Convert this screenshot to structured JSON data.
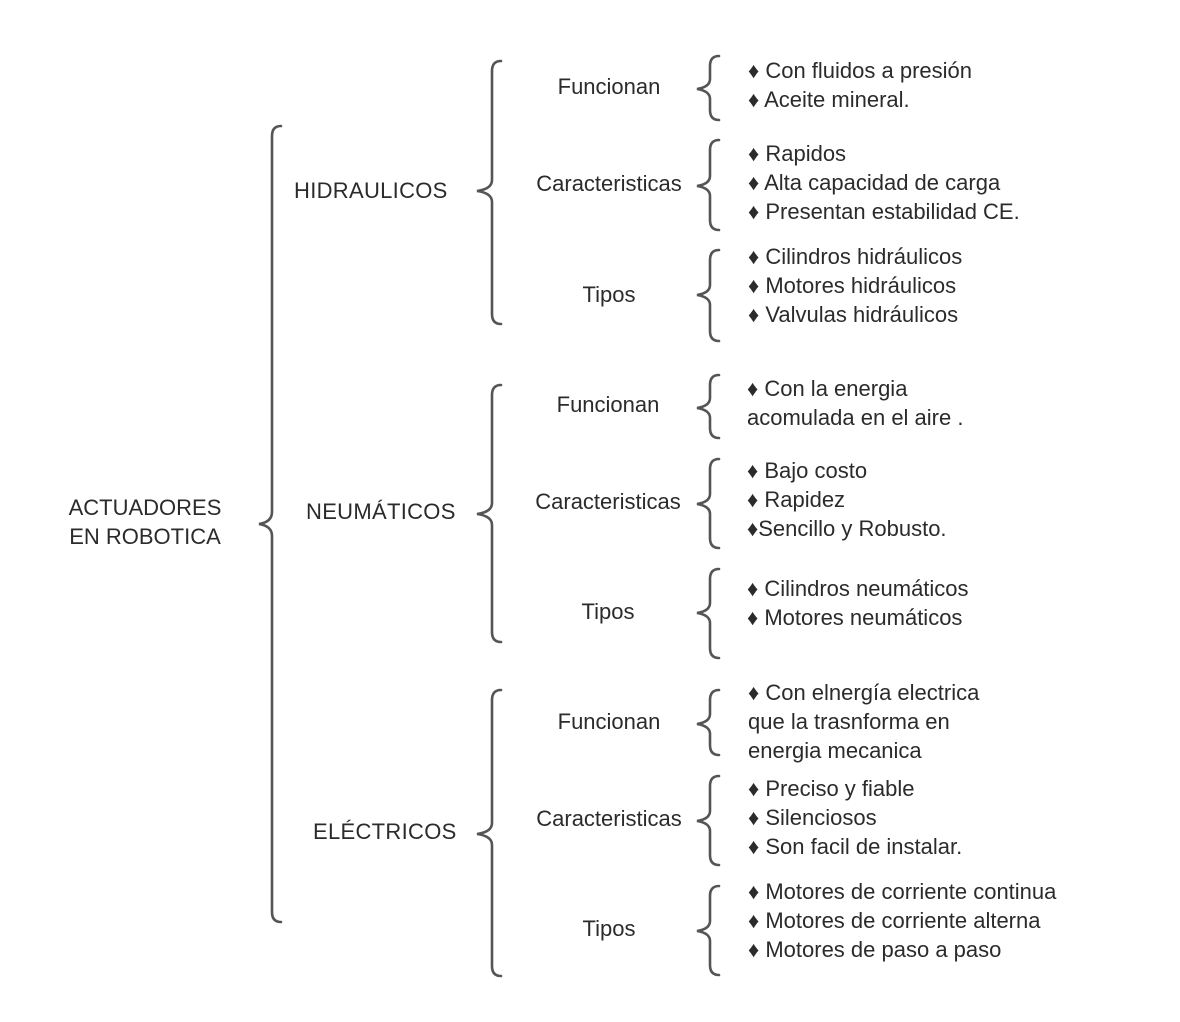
{
  "root": {
    "line1": "ACTUADORES",
    "line2": "EN ROBOTICA"
  },
  "categories": [
    {
      "name": "HIDRAULICOS",
      "funcionan": {
        "label": "Funcionan",
        "items": [
          "♦ Con fluidos a presión",
          "♦  Aceite mineral."
        ]
      },
      "caracteristicas": {
        "label": "Caracteristicas",
        "items": [
          "♦ Rapidos",
          "♦ Alta capacidad de carga",
          "♦ Presentan estabilidad CE."
        ]
      },
      "tipos": {
        "label": "Tipos",
        "items": [
          "♦ Cilindros hidráulicos",
          "♦ Motores hidráulicos",
          "♦ Valvulas hidráulicos"
        ]
      }
    },
    {
      "name": "NEUMÁTICOS",
      "funcionan": {
        "label": "Funcionan",
        "items": [
          "♦ Con la energia",
          "acomulada en el aire ."
        ]
      },
      "caracteristicas": {
        "label": "Caracteristicas",
        "items": [
          "♦ Bajo costo",
          "♦ Rapidez",
          "♦Sencillo y Robusto."
        ]
      },
      "tipos": {
        "label": "Tipos",
        "items": [
          "♦ Cilindros neumáticos",
          "♦ Motores neumáticos"
        ]
      }
    },
    {
      "name": "ELÉCTRICOS",
      "funcionan": {
        "label": "Funcionan",
        "items": [
          "♦ Con elnergía electrica",
          "que la trasnforma en",
          "energia mecanica"
        ]
      },
      "caracteristicas": {
        "label": "Caracteristicas",
        "items": [
          "♦ Preciso y fiable",
          "♦ Silenciosos",
          "♦ Son facil de instalar."
        ]
      },
      "tipos": {
        "label": "Tipos",
        "items": [
          "♦ Motores de corriente continua",
          "♦ Motores  de corriente alterna",
          "♦ Motores  de paso a paso"
        ]
      }
    }
  ],
  "colors": {
    "text": "#2b2b2b",
    "brace": "#555555",
    "background": "#ffffff"
  }
}
